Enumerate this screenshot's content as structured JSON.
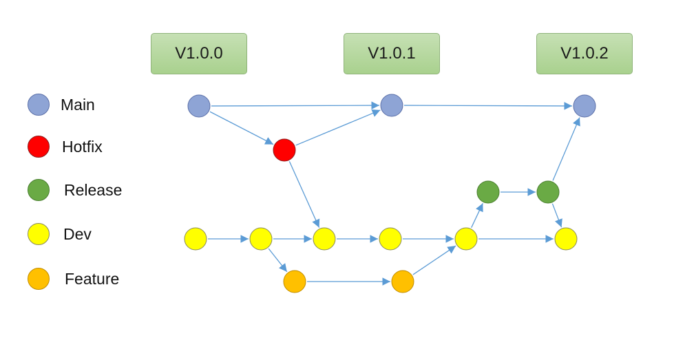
{
  "versions": [
    {
      "label": "V1.0.0"
    },
    {
      "label": "V1.0.1"
    },
    {
      "label": "V1.0.2"
    }
  ],
  "legend": [
    {
      "label": "Main",
      "color": "#8ea4d5",
      "stroke": "#5a6fa8"
    },
    {
      "label": "Hotfix",
      "color": "#ff0000",
      "stroke": "#8a1c1c"
    },
    {
      "label": "Release",
      "color": "#6aaa45",
      "stroke": "#4a7f30"
    },
    {
      "label": "Dev",
      "color": "#ffff00",
      "stroke": "#8a8a5a"
    },
    {
      "label": "Feature",
      "color": "#ffc000",
      "stroke": "#c08c00"
    }
  ],
  "colors": {
    "arrow": "#5b9bd5",
    "version_fill": "#a9d18e",
    "version_border": "#8fb37a"
  },
  "diagram": {
    "nodes": [
      {
        "id": "main1",
        "branch": "Main"
      },
      {
        "id": "main2",
        "branch": "Main"
      },
      {
        "id": "main3",
        "branch": "Main"
      },
      {
        "id": "hotfix1",
        "branch": "Hotfix"
      },
      {
        "id": "rel1",
        "branch": "Release"
      },
      {
        "id": "rel2",
        "branch": "Release"
      },
      {
        "id": "dev1",
        "branch": "Dev"
      },
      {
        "id": "dev2",
        "branch": "Dev"
      },
      {
        "id": "dev3",
        "branch": "Dev"
      },
      {
        "id": "dev4",
        "branch": "Dev"
      },
      {
        "id": "dev5",
        "branch": "Dev"
      },
      {
        "id": "dev6",
        "branch": "Dev"
      },
      {
        "id": "feat1",
        "branch": "Feature"
      },
      {
        "id": "feat2",
        "branch": "Feature"
      }
    ],
    "edges": [
      {
        "from": "main1",
        "to": "main2"
      },
      {
        "from": "main2",
        "to": "main3"
      },
      {
        "from": "main1",
        "to": "hotfix1"
      },
      {
        "from": "hotfix1",
        "to": "main2"
      },
      {
        "from": "hotfix1",
        "to": "dev3"
      },
      {
        "from": "dev1",
        "to": "dev2"
      },
      {
        "from": "dev2",
        "to": "dev3"
      },
      {
        "from": "dev3",
        "to": "dev4"
      },
      {
        "from": "dev4",
        "to": "dev5"
      },
      {
        "from": "dev5",
        "to": "dev6"
      },
      {
        "from": "dev2",
        "to": "feat1"
      },
      {
        "from": "feat1",
        "to": "feat2"
      },
      {
        "from": "feat2",
        "to": "dev5"
      },
      {
        "from": "dev5",
        "to": "rel1"
      },
      {
        "from": "rel1",
        "to": "rel2"
      },
      {
        "from": "rel2",
        "to": "dev6"
      },
      {
        "from": "rel2",
        "to": "main3"
      }
    ]
  }
}
